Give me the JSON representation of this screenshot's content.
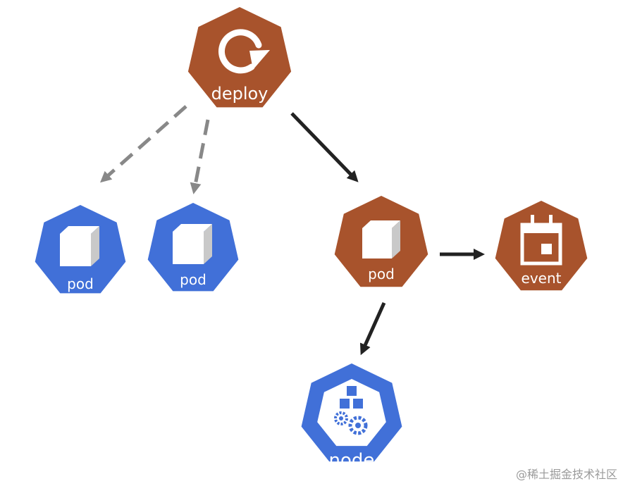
{
  "colors": {
    "kind_resource": "#a8532c",
    "kind_other": "#4170d8",
    "arrow_solid": "#222222",
    "arrow_dashed": "#888888"
  },
  "nodes": {
    "deploy": {
      "label": "deploy",
      "icon": "refresh-icon"
    },
    "pod_left": {
      "label": "pod",
      "icon": "cube-icon"
    },
    "pod_middle": {
      "label": "pod",
      "icon": "cube-icon"
    },
    "pod_owned": {
      "label": "pod",
      "icon": "cube-icon"
    },
    "event": {
      "label": "event",
      "icon": "calendar-icon"
    },
    "node": {
      "label": "node",
      "icon": "cubes-gears-icon"
    }
  },
  "edges": [
    {
      "from": "deploy",
      "to": "pod_left",
      "style": "dashed"
    },
    {
      "from": "deploy",
      "to": "pod_middle",
      "style": "dashed"
    },
    {
      "from": "deploy",
      "to": "pod_owned",
      "style": "solid"
    },
    {
      "from": "pod_owned",
      "to": "event",
      "style": "solid"
    },
    {
      "from": "pod_owned",
      "to": "node",
      "style": "solid"
    }
  ],
  "watermark": "@稀土掘金技术社区"
}
